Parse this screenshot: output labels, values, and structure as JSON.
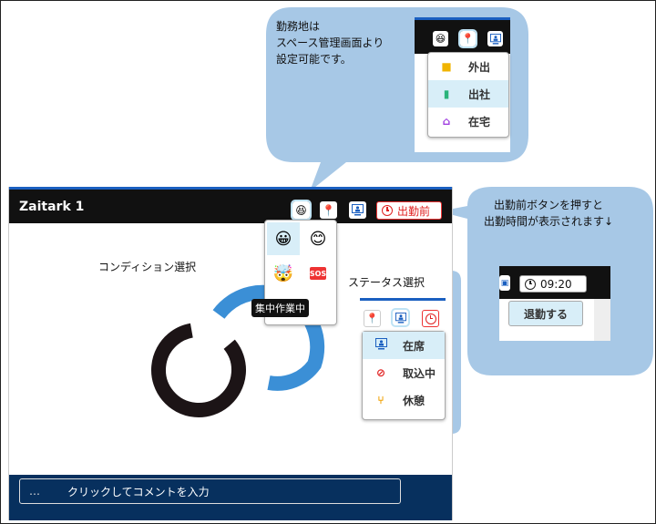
{
  "app": {
    "title": "Zaitark 1",
    "pre_work_label": "出勤前",
    "comment_dots": "…",
    "comment_placeholder": "クリックしてコメントを入力"
  },
  "callouts": {
    "location_line1": "勤務地は",
    "location_line2": "スペース管理画面より",
    "location_line3": "設定可能です。",
    "condition": "コンディション選択",
    "status": "ステータス選択",
    "pre_work_line1": "出勤前ボタンを押すと",
    "pre_work_line2": "出勤時間が表示されます↓"
  },
  "location_menu": {
    "items": [
      {
        "label": "外出",
        "icon": "briefcase-icon"
      },
      {
        "label": "出社",
        "icon": "building-icon"
      },
      {
        "label": "在宅",
        "icon": "house-icon"
      }
    ]
  },
  "status_menu": {
    "items": [
      {
        "label": "在席",
        "icon": "monitor-person-icon"
      },
      {
        "label": "取込中",
        "icon": "no-entry-icon"
      },
      {
        "label": "休憩",
        "icon": "fork-spoon-icon"
      }
    ]
  },
  "condition_menu": {
    "tooltip": "集中作業中",
    "sos_label": "SOS"
  },
  "clock_in": {
    "time": "09:20",
    "leave_label": "退勤する"
  },
  "colors": {
    "accent": "#1a5fc0",
    "callout": "#a7c8e6",
    "comment_bar": "#07305e",
    "pre_work_red": "#e02020",
    "logo_blue": "#3b8fd6",
    "logo_dark": "#1c1416"
  }
}
